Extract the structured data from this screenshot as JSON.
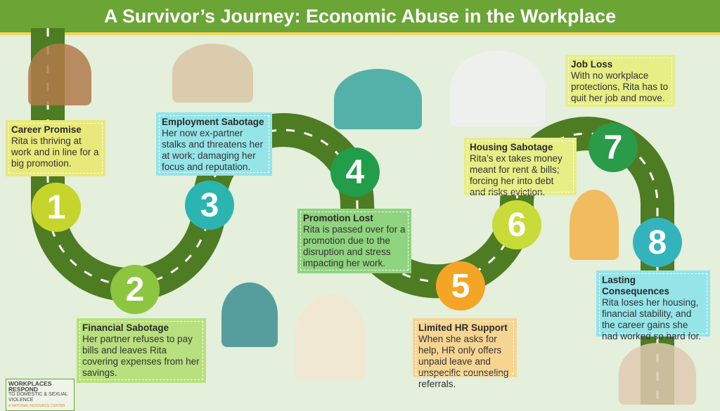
{
  "title": "A Survivor’s Journey: Economic Abuse in the Workplace",
  "steps": [
    {
      "number": "1",
      "heading": "Career Promise",
      "text": "Rita is thriving at work and in line for a big promotion.",
      "color": "#c6d52c"
    },
    {
      "number": "2",
      "heading": "Financial Sabotage",
      "text": "Her partner refuses to pay bills and leaves Rita covering expenses from her savings.",
      "color": "#8cc63f"
    },
    {
      "number": "3",
      "heading": "Employment Sabotage",
      "text": "Her now ex-partner stalks and threatens her at work; damaging her focus and reputation.",
      "color": "#2bb5b0"
    },
    {
      "number": "4",
      "heading": "Promotion Lost",
      "text": "Rita is passed over for a promotion due to the disruption and stress impacting her work.",
      "color": "#229d4a"
    },
    {
      "number": "5",
      "heading": "Limited HR Support",
      "text": "When she asks for help, HR only offers unpaid leave and unspecific counseling referrals.",
      "color": "#f4a525"
    },
    {
      "number": "6",
      "heading": "Housing Sabotage",
      "text": "Rita’s ex takes money meant for rent & bills; forcing her into debt and risks eviction.",
      "color": "#c8db38"
    },
    {
      "number": "7",
      "heading": "Job Loss",
      "text": "With no workplace protections, Rita has to quit her job and move.",
      "color": "#2a9b48"
    },
    {
      "number": "8",
      "heading": "Lasting Consequences",
      "text": "Rita loses her housing, financial stability, and the career gains she had worked so hard for.",
      "color": "#33b4bc"
    }
  ],
  "logo": {
    "line1": "WORKPLACES RESPOND",
    "line2": "TO DOMESTIC & SEXUAL VIOLENCE",
    "line3": "A NATIONAL RESOURCE CENTER"
  }
}
